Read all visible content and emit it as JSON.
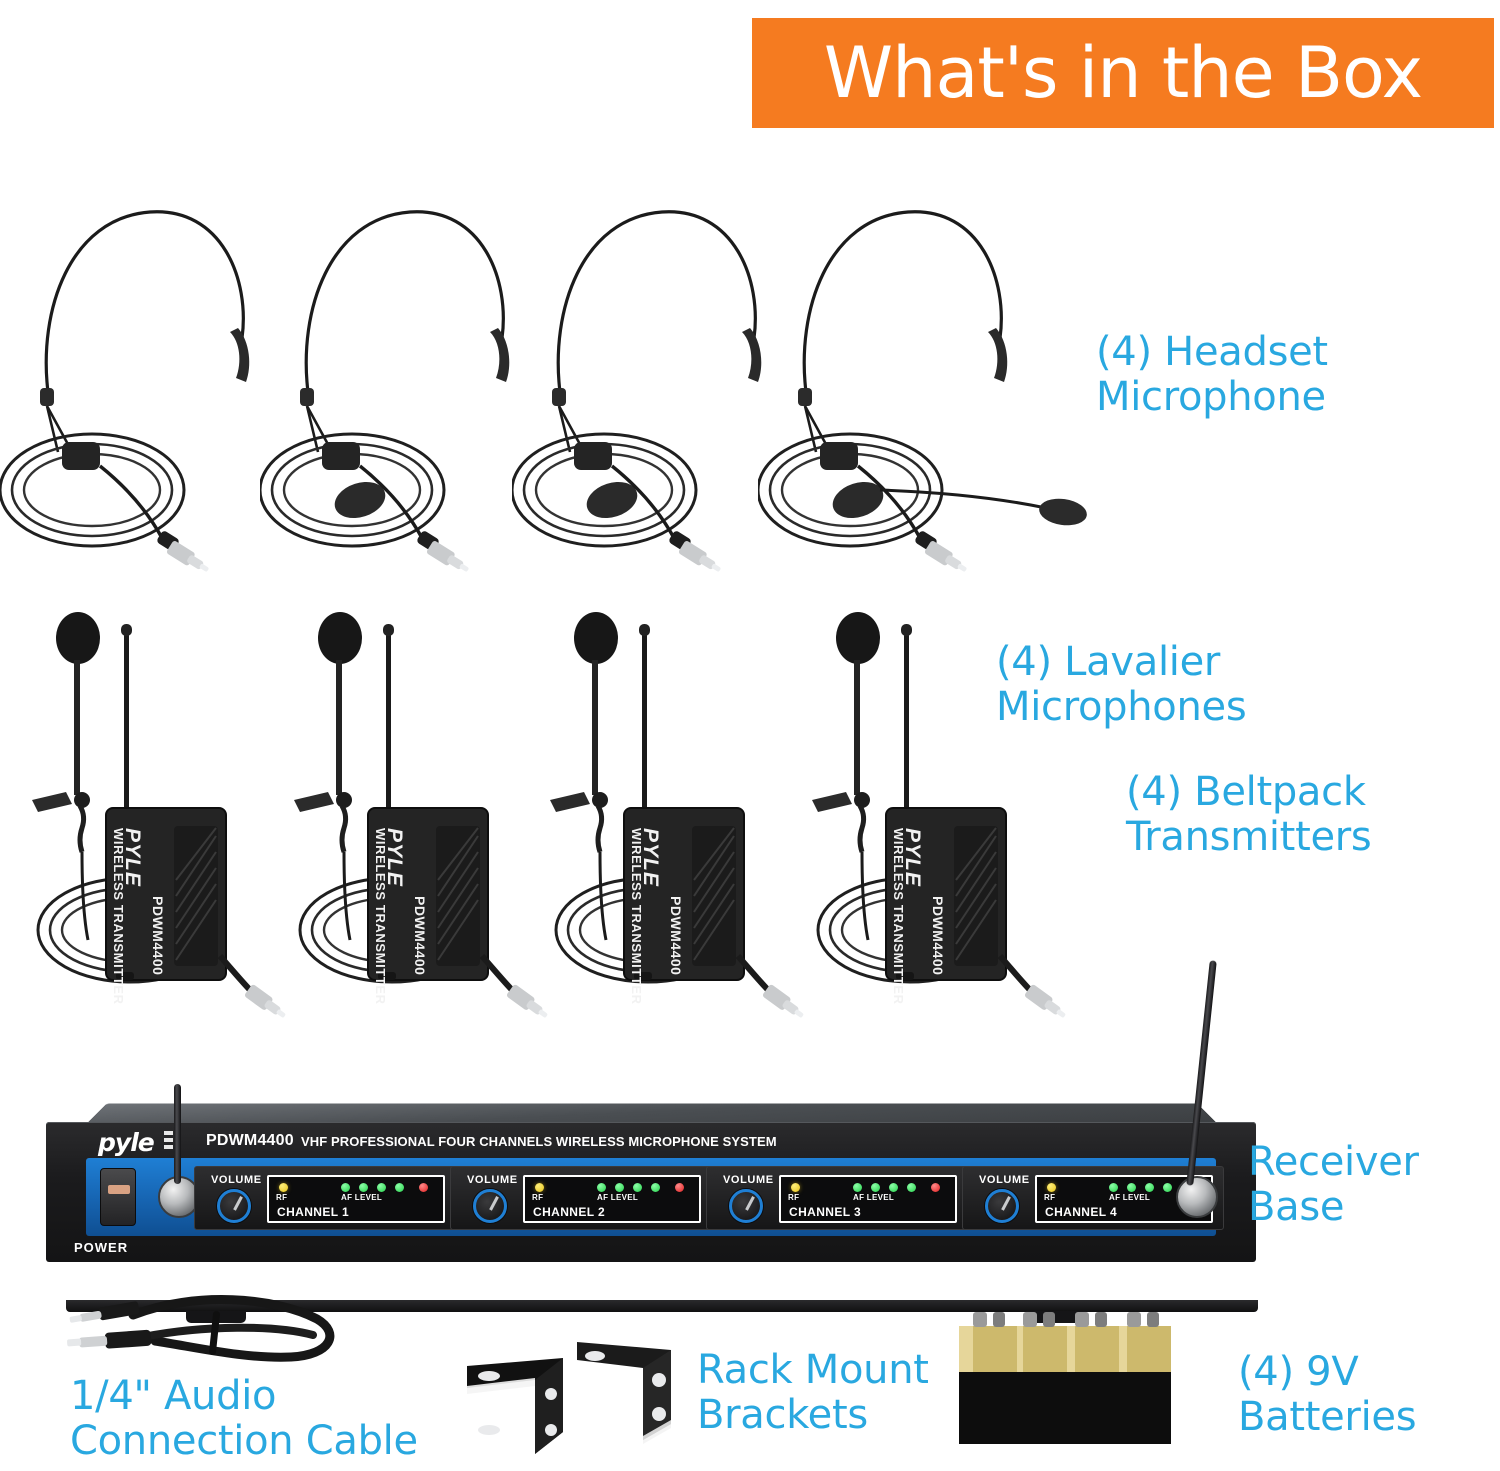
{
  "header": {
    "title": "What's in the Box",
    "banner_color": "#F57B20",
    "title_color": "#FFFFFF"
  },
  "theme": {
    "callout_color": "#29A8E0",
    "background": "#FFFFFF",
    "receiver_accent": "#1F7FD4"
  },
  "callouts": [
    {
      "id": "headset-microphone",
      "text": "(4) Headset\nMicrophone"
    },
    {
      "id": "lavalier-microphones",
      "text": "(4) Lavalier\nMicrophones"
    },
    {
      "id": "beltpack-transmitters",
      "text": "(4) Beltpack\nTransmitters"
    },
    {
      "id": "receiver-base",
      "text": "Receiver\nBase"
    },
    {
      "id": "audio-connection-cable",
      "text": "1/4\" Audio\nConnection Cable"
    },
    {
      "id": "rack-mount-brackets",
      "text": "Rack Mount\nBrackets"
    },
    {
      "id": "batteries",
      "text": "(4) 9V\nBatteries"
    }
  ],
  "beltpack": {
    "brand": "PYLE",
    "subtitle": "WIRELESS TRANSMITTER",
    "model": "PDWM4400",
    "count": 4
  },
  "receiver": {
    "brand": "pyle",
    "model": "PDWM4400",
    "description": "VHF PROFESSIONAL FOUR CHANNELS WIRELESS MICROPHONE SYSTEM",
    "power_label": "POWER",
    "channels": [
      {
        "volume_label": "VOLUME",
        "rf_label": "RF",
        "af_label": "AF LEVEL",
        "name": "CHANNEL 1"
      },
      {
        "volume_label": "VOLUME",
        "rf_label": "RF",
        "af_label": "AF LEVEL",
        "name": "CHANNEL 2"
      },
      {
        "volume_label": "VOLUME",
        "rf_label": "RF",
        "af_label": "AF LEVEL",
        "name": "CHANNEL 3"
      },
      {
        "volume_label": "VOLUME",
        "rf_label": "RF",
        "af_label": "AF LEVEL",
        "name": "CHANNEL 4"
      }
    ],
    "led_colors": {
      "rf": "#E8C41A",
      "af_green": "#25D04A",
      "af_red": "#E02020"
    }
  },
  "accessories": {
    "cable_count": 1,
    "bracket_count": 2,
    "battery_count": 4,
    "battery_top_color": "#D8C47A",
    "battery_body_color": "#111111"
  },
  "icons": {
    "headset": "headset-microphone-icon",
    "lavalier": "lavalier-microphone-icon",
    "beltpack": "beltpack-transmitter-icon",
    "receiver": "receiver-base-icon",
    "cable": "audio-cable-icon",
    "bracket": "rack-bracket-icon",
    "battery": "battery-9v-icon"
  }
}
